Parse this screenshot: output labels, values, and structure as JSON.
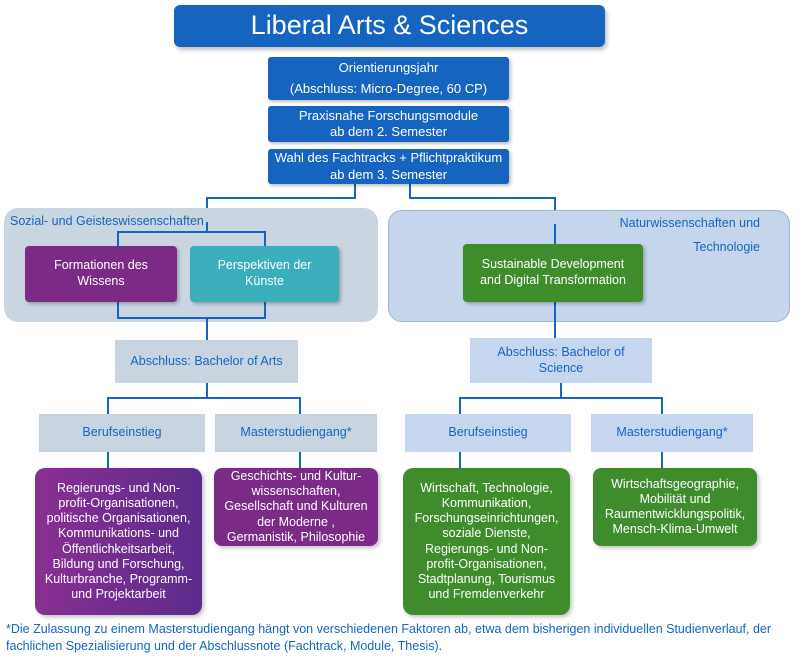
{
  "title": "Liberal Arts & Sciences",
  "top": {
    "orientation": {
      "line1": "Orientierungsjahr",
      "line2": "(Abschluss: Micro-Degree, 60 CP)"
    },
    "research": {
      "line1": "Praxisnahe Forschungsmodule",
      "line2": "ab dem 2. Semester"
    },
    "track": {
      "line1": "Wahl des Fachtracks + Pflichtpraktikum",
      "line2": "ab dem 3. Semester"
    }
  },
  "social": {
    "label": "Sozial- und Geisteswissenschaften",
    "formations": {
      "line1": "Formationen des",
      "line2": "Wissens"
    },
    "perspectives": {
      "line1": "Perspektiven der",
      "line2": "Künste"
    },
    "degree": "Abschluss: Bachelor of Arts",
    "career": "Berufseinstieg",
    "master": "Masterstudiengang*",
    "career_list": [
      "Regierungs- und Non-",
      "profit-Organisationen,",
      "politische Organisationen,",
      "Kommunikations- und",
      "Öffentlichkeitsarbeit,",
      "Bildung und Forschung,",
      "Kulturbranche, Programm-",
      "und Projektarbeit"
    ],
    "master_list": [
      "Geschichts- und Kultur-",
      "wissenschaften,",
      "Gesellschaft und Kulturen",
      "der Moderne ,",
      "Germanistik, Philosophie"
    ]
  },
  "natural": {
    "label_line1": "Naturwissenschaften und",
    "label_line2": "Technologie",
    "sustainable": {
      "line1": "Sustainable Development",
      "line2": "and Digital Transformation"
    },
    "degree": {
      "line1": "Abschluss: Bachelor of",
      "line2": "Science"
    },
    "career": "Berufseinstieg",
    "master": "Masterstudiengang*",
    "career_list": [
      "Wirtschaft, Technologie,",
      "Kommunikation,",
      "Forschungseinrichtungen,",
      "soziale Dienste,",
      "Regierungs- und Non-",
      "profit-Organisationen,",
      "Stadtplanung, Tourismus",
      "und Fremdenverkehr"
    ],
    "master_list": [
      "Wirtschaftsgeographie,",
      "Mobilität und",
      "Raumentwicklungspolitik,",
      "Mensch-Klima-Umwelt"
    ]
  },
  "footnote": "*Die Zulassung zu einem Masterstudiengang hängt von verschiedenen Faktoren ab, etwa dem bisherigen individuellen Studienverlauf, der fachlichen Spezialisierung und der Abschlussnote (Fachtrack, Module, Thesis).",
  "colors": {
    "primary_blue": "#1565c0",
    "purple": "#7b2b86",
    "teal": "#3aaebb",
    "green": "#3f8c2d",
    "pale": "#c8d4e0"
  }
}
